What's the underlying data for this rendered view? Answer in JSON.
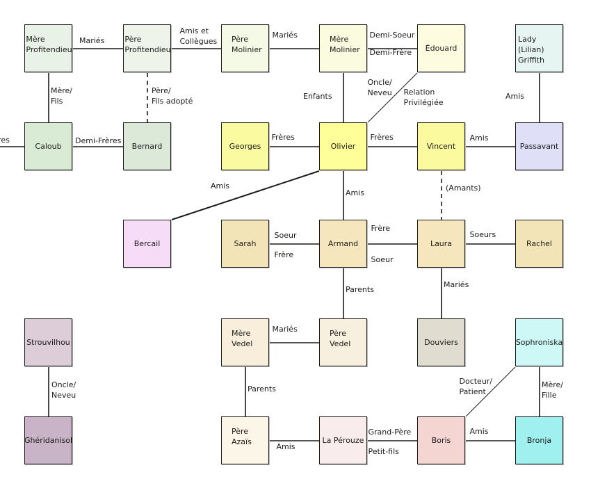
{
  "diagram": {
    "title": "",
    "colors": {
      "line": "#1a1a1a",
      "profitendieu_family": "#e9f2e6",
      "molinier_parents": "#f5fae6",
      "molinier_children": "#ffff99",
      "edouard": "#fdfbe0",
      "lilian": "#e6f4f2",
      "passavant": "#dfe0f8",
      "bercail": "#f7dcf7",
      "vedel_children": "#f3e6bf",
      "vedel_parents": "#f8f0de",
      "douviers": "#e0ddd0",
      "sophroniska": "#cdf8f6",
      "bronja": "#9ff0ef",
      "boris": "#f5d5d2",
      "perouze": "#f9ecec",
      "strouvilhou": "#ddcdd9",
      "gheridanisol": "#c8b4c6"
    },
    "nodes": [
      {
        "id": "mere_profitendieu",
        "label": "Mère\nProfitendieu",
        "color": "#e9f2e6",
        "col": 0,
        "row": 0,
        "style": "two"
      },
      {
        "id": "pere_profitendieu",
        "label": "Père\nProfitendieu",
        "color": "#eff4ea",
        "col": 1,
        "row": 0,
        "style": "two"
      },
      {
        "id": "pere_molinier",
        "label": "Père\nMolinier",
        "color": "#f5fae6",
        "col": 2,
        "row": 0,
        "style": "two indent"
      },
      {
        "id": "mere_molinier",
        "label": "Mère\nMolinier",
        "color": "#fbfbe0",
        "col": 3,
        "row": 0,
        "style": "two indent"
      },
      {
        "id": "edouard",
        "label": "Édouard",
        "color": "#fdfbe0",
        "col": 4,
        "row": 0,
        "style": "one"
      },
      {
        "id": "lilian",
        "label": "Lady (Lilian)\nGriffith",
        "color": "#e6f4f2",
        "col": 5,
        "row": 0,
        "style": "two"
      },
      {
        "id": "caloub",
        "label": "Caloub",
        "color": "#d9ebd4",
        "col": 0,
        "row": 1,
        "style": "one"
      },
      {
        "id": "bernard",
        "label": "Bernard",
        "color": "#dde9d8",
        "col": 1,
        "row": 1,
        "style": "one"
      },
      {
        "id": "georges",
        "label": "Georges",
        "color": "#fafaa0",
        "col": 2,
        "row": 1,
        "style": "one"
      },
      {
        "id": "olivier",
        "label": "Olivier",
        "color": "#ffff99",
        "col": 3,
        "row": 1,
        "style": "one"
      },
      {
        "id": "vincent",
        "label": "Vincent",
        "color": "#fcfa9e",
        "col": 4,
        "row": 1,
        "style": "one"
      },
      {
        "id": "passavant",
        "label": "Passavant",
        "color": "#dfe0f8",
        "col": 5,
        "row": 1,
        "style": "one"
      },
      {
        "id": "bercail",
        "label": "Bercail",
        "color": "#f7dcf7",
        "col": 1,
        "row": 2,
        "style": "one"
      },
      {
        "id": "sarah",
        "label": "Sarah",
        "color": "#f3e4b8",
        "col": 2,
        "row": 2,
        "style": "one"
      },
      {
        "id": "armand",
        "label": "Armand",
        "color": "#f5e6bd",
        "col": 3,
        "row": 2,
        "style": "one"
      },
      {
        "id": "laura",
        "label": "Laura",
        "color": "#f5e6bd",
        "col": 4,
        "row": 2,
        "style": "one"
      },
      {
        "id": "rachel",
        "label": "Rachel",
        "color": "#f3e4b8",
        "col": 5,
        "row": 2,
        "style": "one"
      },
      {
        "id": "strouvilhou",
        "label": "Strouvilhou",
        "color": "#ddcdd9",
        "col": 0,
        "row": 3,
        "style": "one"
      },
      {
        "id": "mere_vedel",
        "label": "Mère\nVedel",
        "color": "#f8eedb",
        "col": 2,
        "row": 3,
        "style": "two indent"
      },
      {
        "id": "pere_vedel",
        "label": "Père\nVedel",
        "color": "#f8f0de",
        "col": 3,
        "row": 3,
        "style": "two indent"
      },
      {
        "id": "douviers",
        "label": "Douviers",
        "color": "#e0ddd0",
        "col": 4,
        "row": 3,
        "style": "one"
      },
      {
        "id": "sophroniska",
        "label": "Sophroniska",
        "color": "#cdf8f6",
        "col": 5,
        "row": 3,
        "style": "one"
      },
      {
        "id": "gheridanisol",
        "label": "Ghéridanisol",
        "color": "#c8b4c6",
        "col": 0,
        "row": 4,
        "style": "one"
      },
      {
        "id": "pere_azais",
        "label": "Père\nAzaïs",
        "color": "#fcf6e8",
        "col": 2,
        "row": 4,
        "style": "two indent"
      },
      {
        "id": "la_perouze",
        "label": "La Pérouze",
        "color": "#f9ecec",
        "col": 3,
        "row": 4,
        "style": "one"
      },
      {
        "id": "boris",
        "label": "Boris",
        "color": "#f5d5d2",
        "col": 4,
        "row": 4,
        "style": "one"
      },
      {
        "id": "bronja",
        "label": "Bronja",
        "color": "#9ff0ef",
        "col": 5,
        "row": 4,
        "style": "one"
      }
    ],
    "edges": [
      {
        "from": "mere_profitendieu",
        "to": "pere_profitendieu",
        "dashed": false,
        "labels": [
          "Mariés"
        ]
      },
      {
        "from": "pere_profitendieu",
        "to": "pere_molinier",
        "dashed": false,
        "labels": [
          "Amis et\nCollègues"
        ]
      },
      {
        "from": "pere_molinier",
        "to": "mere_molinier",
        "dashed": false,
        "labels": [
          "Mariés"
        ]
      },
      {
        "from": "mere_molinier",
        "to": "edouard",
        "dashed": false,
        "labels": [
          "Demi-Soeur",
          "Demi-Frère"
        ]
      },
      {
        "from": "mere_profitendieu",
        "to": "caloub",
        "dashed": false,
        "labels": [
          "Mère/\nFils"
        ]
      },
      {
        "from": "pere_profitendieu",
        "to": "bernard",
        "dashed": true,
        "labels": [
          "Père/\nFils adopté"
        ]
      },
      {
        "from": "mere_molinier",
        "to": "olivier",
        "dashed": false,
        "labels": [
          "Enfants"
        ]
      },
      {
        "from": "edouard",
        "to": "olivier",
        "dashed": false,
        "labels": [
          "Oncle/\nNeveu",
          "Relation\nPrivilégiée"
        ]
      },
      {
        "from": "lilian",
        "to": "passavant",
        "dashed": false,
        "labels": [
          "Amis"
        ]
      },
      {
        "from": "offscreen_left",
        "to": "caloub",
        "dashed": false,
        "labels": [
          "Frères"
        ]
      },
      {
        "from": "caloub",
        "to": "bernard",
        "dashed": false,
        "labels": [
          "Demi-Frères"
        ]
      },
      {
        "from": "georges",
        "to": "olivier",
        "dashed": false,
        "labels": [
          "Frères"
        ]
      },
      {
        "from": "olivier",
        "to": "vincent",
        "dashed": false,
        "labels": [
          "Frères"
        ]
      },
      {
        "from": "vincent",
        "to": "passavant",
        "dashed": false,
        "labels": [
          "Amis"
        ]
      },
      {
        "from": "olivier",
        "to": "bercail",
        "dashed": false,
        "labels": [
          "Amis"
        ]
      },
      {
        "from": "olivier",
        "to": "armand",
        "dashed": false,
        "labels": [
          "Amis"
        ]
      },
      {
        "from": "vincent",
        "to": "laura",
        "dashed": true,
        "labels": [
          "(Amants)"
        ]
      },
      {
        "from": "sarah",
        "to": "armand",
        "dashed": false,
        "labels": [
          "Soeur",
          "Frère"
        ]
      },
      {
        "from": "armand",
        "to": "laura",
        "dashed": false,
        "labels": [
          "Frère",
          "Soeur"
        ]
      },
      {
        "from": "laura",
        "to": "rachel",
        "dashed": false,
        "labels": [
          "Soeurs"
        ]
      },
      {
        "from": "armand",
        "to": "pere_vedel",
        "dashed": false,
        "labels": [
          "Parents"
        ]
      },
      {
        "from": "laura",
        "to": "douviers",
        "dashed": false,
        "labels": [
          "Mariés"
        ]
      },
      {
        "from": "mere_vedel",
        "to": "pere_vedel",
        "dashed": false,
        "labels": [
          "Mariés"
        ]
      },
      {
        "from": "strouvilhou",
        "to": "gheridanisol",
        "dashed": false,
        "labels": [
          "Oncle/\nNeveu"
        ]
      },
      {
        "from": "mere_vedel",
        "to": "pere_azais",
        "dashed": false,
        "labels": [
          "Parents"
        ]
      },
      {
        "from": "sophroniska",
        "to": "boris",
        "dashed": false,
        "labels": [
          "Docteur/\nPatient"
        ]
      },
      {
        "from": "sophroniska",
        "to": "bronja",
        "dashed": false,
        "labels": [
          "Mère/\nFille"
        ]
      },
      {
        "from": "pere_azais",
        "to": "la_perouze",
        "dashed": false,
        "labels": [
          "Amis"
        ]
      },
      {
        "from": "la_perouze",
        "to": "boris",
        "dashed": false,
        "labels": [
          "Grand-Père",
          "Petit-fils"
        ]
      },
      {
        "from": "boris",
        "to": "bronja",
        "dashed": false,
        "labels": [
          "Amis"
        ]
      }
    ]
  }
}
